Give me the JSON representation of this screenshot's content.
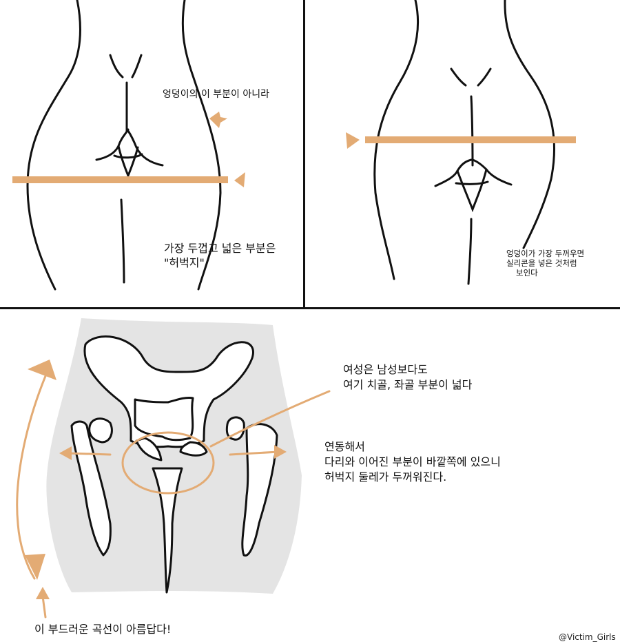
{
  "panel_top_left": {
    "caption_1": "엉덩이의 이 부분이 아니라",
    "caption_2_line1": "가장 두껍고 넓은 부분은",
    "caption_2_line2": "\"허벅지\""
  },
  "panel_top_right": {
    "caption_line1": "엉덩이가 가장 두꺼우면",
    "caption_line2": "실리콘을 넣은 것처럼",
    "caption_line3": "보인다"
  },
  "panel_bottom": {
    "note_1_line1": "여성은 남성보다도",
    "note_1_line2": "여기 치골, 좌골 부분이 넓다",
    "note_2_line1": "연동해서",
    "note_2_line2": "다리와 이어진 부분이 바깥쪽에 있으니",
    "note_2_line3": "허벅지 둘레가 두꺼워진다.",
    "note_3": "이 부드러운 곡선이 아름답다!"
  },
  "credit": "@Victim_Girls",
  "colors": {
    "accent": "#e3ab74",
    "ink": "#111111",
    "shade": "#e4e4e4"
  }
}
